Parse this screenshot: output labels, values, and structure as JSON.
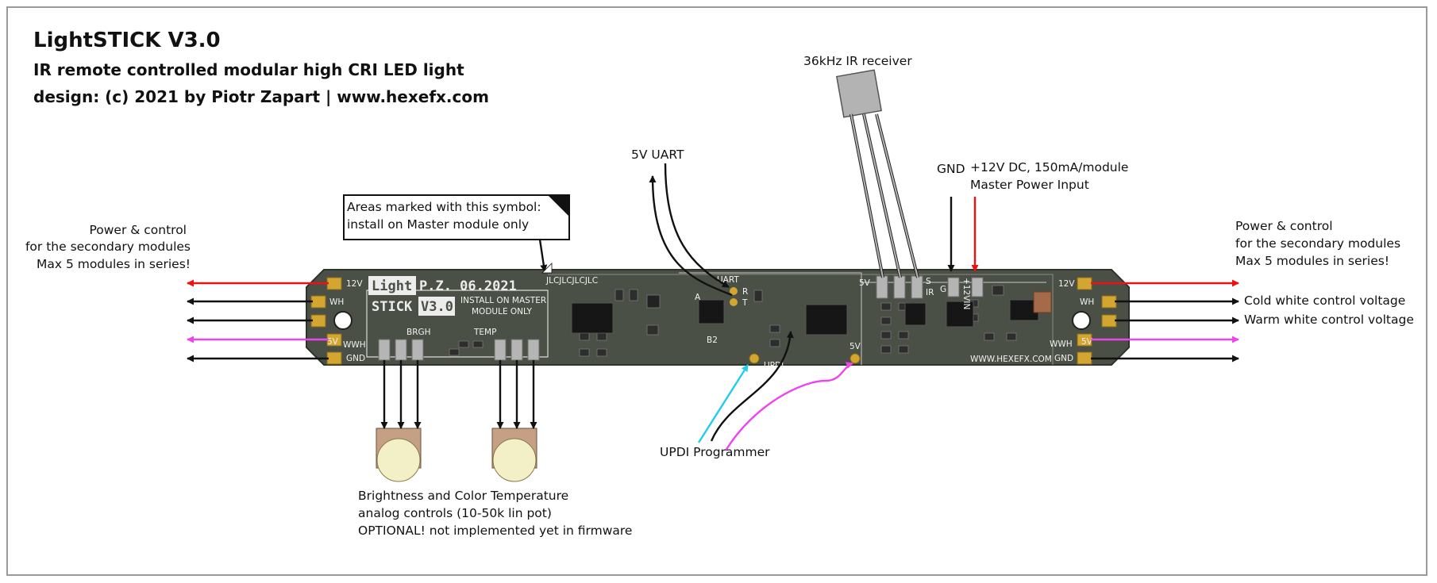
{
  "header": {
    "title": "LightSTICK V3.0",
    "subtitle": "IR remote controlled modular high CRI LED light",
    "credits": "design:  (c) 2021 by Piotr Zapart | www.hexefx.com"
  },
  "callouts": {
    "left_power_1": "Power & control",
    "left_power_2": "for the secondary modules",
    "left_power_3": "Max 5 modules in series!",
    "right_power_1": "Power & control",
    "right_power_2": "for the secondary modules",
    "right_power_3": "Max 5 modules in series!",
    "cold_white": "Cold white control voltage",
    "warm_white": "Warm white control voltage",
    "master_note_1": "Areas marked with this symbol:",
    "master_note_2": "install on Master module only",
    "uart": "5V UART",
    "ir_receiver": "36kHz IR receiver",
    "gnd": "GND",
    "power_input_1": "+12V DC, 150mA/module",
    "power_input_2": "Master Power Input",
    "updi": "UPDI Programmer",
    "pots_1": "Brightness and Color Temperature",
    "pots_2": "analog controls (10-50k lin pot)",
    "pots_3": "OPTIONAL! not implemented yet in firmware"
  },
  "pcb": {
    "logo_light": "Light",
    "logo_stick": "STICK",
    "logo_pz": "P.Z. 06.2021",
    "logo_ver": "V3.0",
    "install_1": "INSTALL ON MASTER",
    "install_2": "MODULE ONLY",
    "jlc": "JLCJLCJLCJLC",
    "brgh": "BRGH",
    "temp": "TEMP",
    "uart_label": "UART",
    "r_label": "R",
    "t_label": "T",
    "a_label": "A",
    "b2_label": "B2",
    "updi_label": "UPDI",
    "v5_label": "5V",
    "v5_top": "5V",
    "s_label": "S",
    "ir_label": "IR",
    "g_label": "G",
    "v12in": "+12VIN",
    "website": "WWW.HEXEFX.COM",
    "pin_12v_l": "12V",
    "pin_wh_l": "WH",
    "pin_wwh_l": "WWH",
    "pin_5v_l": "5V",
    "pin_gnd_l": "GND",
    "pin_12v_r": "12V",
    "pin_wh_r": "WH",
    "pin_wwh_r": "WWH",
    "pin_5v_r": "5V",
    "pin_gnd_r": "GND"
  },
  "colors": {
    "pcb": "#4a5046",
    "red": "#ee1111",
    "magenta": "#ee44ee",
    "cyan": "#22ccee",
    "pot": "#f3efc6",
    "gold": "#d2a630"
  }
}
